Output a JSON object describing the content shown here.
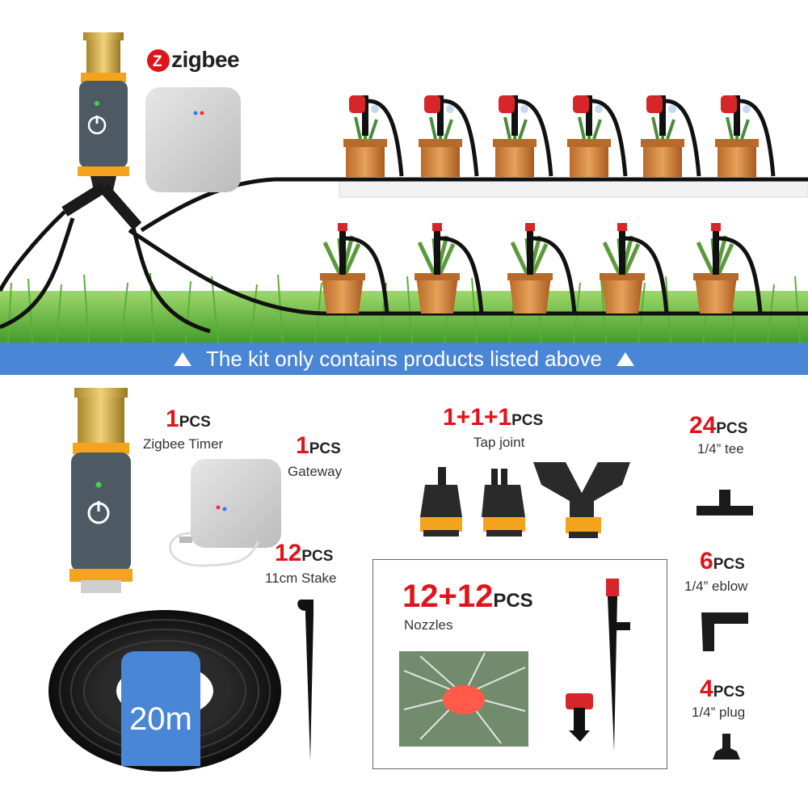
{
  "brand": {
    "name": "zigbee",
    "logo_color": "#e0151b"
  },
  "banner": {
    "text": "The kit only contains products listed above",
    "color": "#4a86d6"
  },
  "accent_color": "#e0151b",
  "items": [
    {
      "qty": "1",
      "unit": "PCS",
      "name": "Zigbee Timer"
    },
    {
      "qty": "1",
      "unit": "PCS",
      "name": "Gateway"
    },
    {
      "qty": "1+1+1",
      "unit": "PCS",
      "name": "Tap joint"
    },
    {
      "qty": "24",
      "unit": "PCS",
      "name": "1/4” tee"
    },
    {
      "qty": "12",
      "unit": "PCS",
      "name": "11cm Stake"
    },
    {
      "qty": "12+12",
      "unit": "PCS",
      "name": "Nozzles"
    },
    {
      "qty": "6",
      "unit": "PCS",
      "name": "1/4” eblow"
    },
    {
      "qty": "4",
      "unit": "PCS",
      "name": "1/4” plug"
    }
  ],
  "hose": {
    "length": "20m"
  },
  "icons": [
    "zigbee-logo-icon",
    "timer-power-icon",
    "banner-triangle-icon"
  ]
}
